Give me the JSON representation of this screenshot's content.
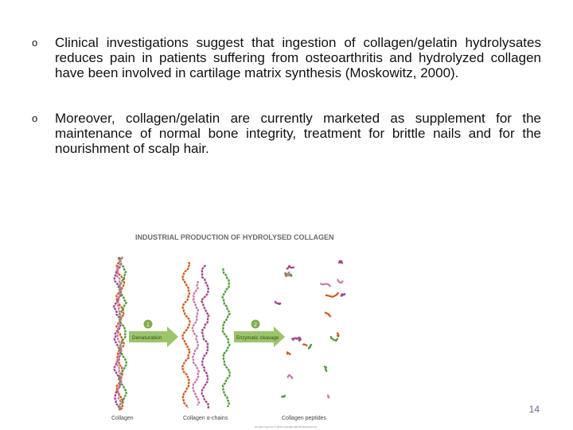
{
  "bullets": [
    {
      "marker": "o",
      "text": "Clinical investigations suggest that ingestion of collagen/gelatin hydrolysates reduces pain in patients suffering from osteoarthritis and hydrolyzed collagen have been involved in cartilage matrix synthesis (Moskowitz, 2000)."
    },
    {
      "marker": "o",
      "text": "Moreover, collagen/gelatin are currently marketed as supplement for the maintenance of normal bone integrity, treatment for brittle nails and for the nourishment of scalp hair."
    }
  ],
  "figure": {
    "title": "INDUSTRIAL PRODUCTION OF HYDROLYSED COLLAGEN",
    "steps": [
      {
        "number": "1",
        "label": "Denaturation"
      },
      {
        "number": "2",
        "label": "Enzymatic cleavage"
      }
    ],
    "captions": {
      "collagen": "Collagen",
      "chains": "Collagen α-chains",
      "peptides": "Collagen peptides"
    },
    "copyright": "All rights reserved © 2011 Copyright GELITA Research Ltd.",
    "colors": {
      "title": "#6a6a6a",
      "arrow": "#9cc46a",
      "chain_orange": "#cf5a1e",
      "chain_purple": "#a0488c",
      "chain_green": "#4f9a3a",
      "chain_pink": "#c879a8"
    }
  },
  "slide_number": "14"
}
